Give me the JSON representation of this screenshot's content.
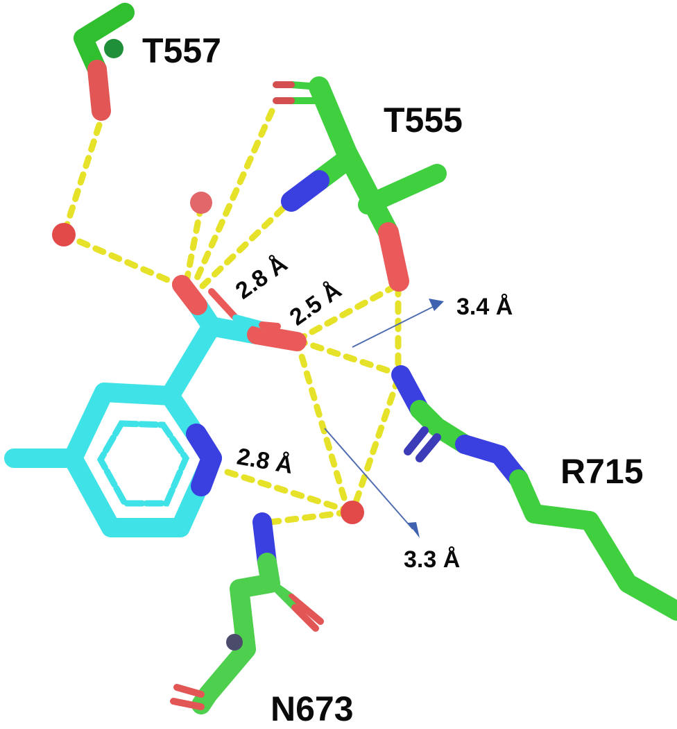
{
  "figure": {
    "type": "protein-ligand binding site (stick model)",
    "colors": {
      "background": "#ffffff",
      "protein_carbon": "#3fcf3f",
      "ligand_carbon": "#3fe2e6",
      "oxygen": "#ea5a5a",
      "nitrogen": "#3a3fe0",
      "hbond": "#e6e22a",
      "arrow": "#4f6db0",
      "water": "#e24a4a",
      "label": "#0a0a0a"
    },
    "residues": [
      {
        "id": "T557",
        "label": "T557"
      },
      {
        "id": "T555",
        "label": "T555"
      },
      {
        "id": "R715",
        "label": "R715"
      },
      {
        "id": "N673",
        "label": "N673"
      }
    ],
    "distances": [
      {
        "id": "d1",
        "label": "2.8 Å"
      },
      {
        "id": "d2",
        "label": "2.5 Å"
      },
      {
        "id": "d3",
        "label": "3.4 Å"
      },
      {
        "id": "d4",
        "label": "2.8 Å"
      },
      {
        "id": "d5",
        "label": "3.3 Å"
      }
    ],
    "waters": 3,
    "ligand": "pyridine carboxylate (cyan sticks)"
  }
}
